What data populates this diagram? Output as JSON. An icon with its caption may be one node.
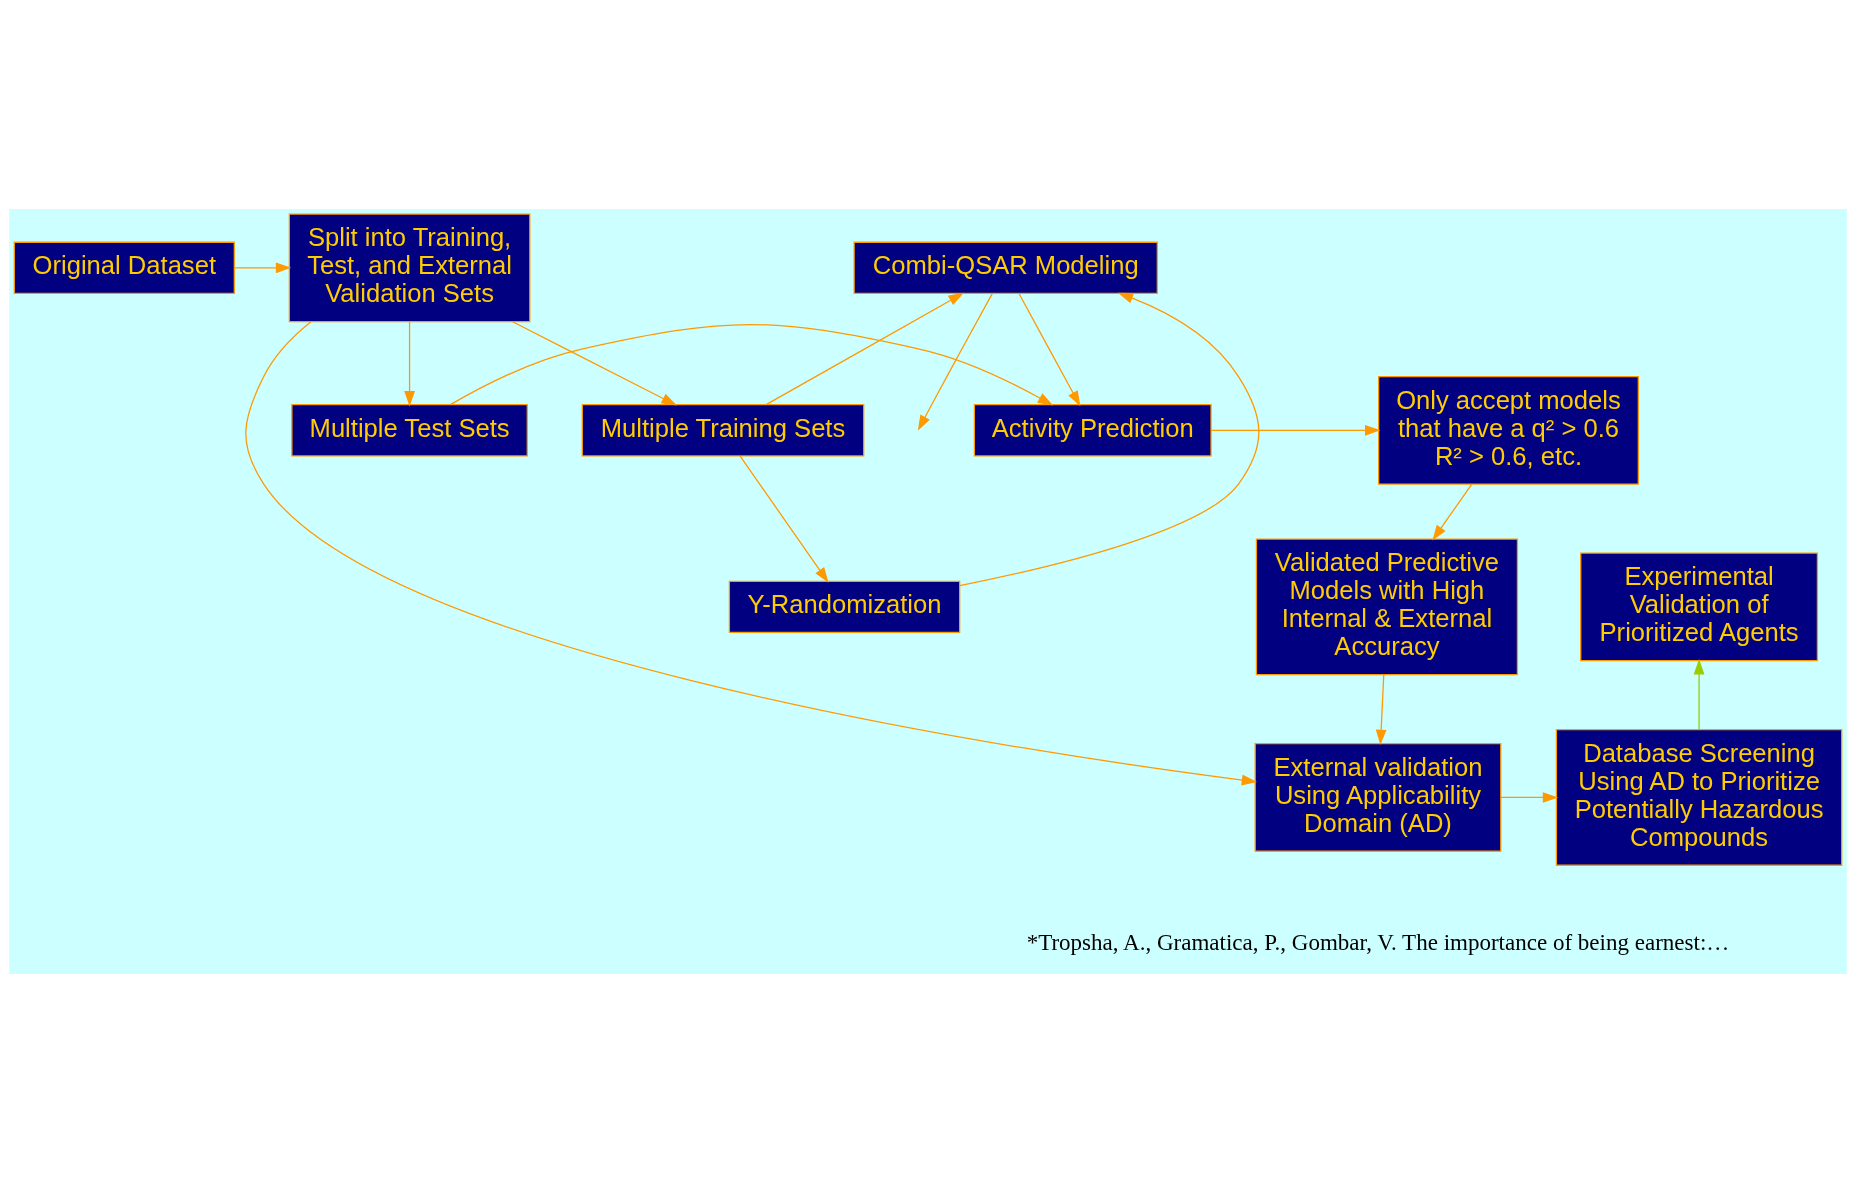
{
  "diagram": {
    "nodes": [
      {
        "text": [
          "Original Dataset"
        ]
      },
      {
        "text": [
          "Split into Training, Test, and External Validation Sets"
        ]
      },
      {
        "text": [
          "Multiple Training Sets"
        ]
      },
      {
        "text": [
          "Y-Randomization"
        ]
      },
      {
        "text": [
          "Combi-QSAR Modeling"
        ]
      },
      {
        "text": [
          "Multiple Test Sets"
        ]
      },
      {
        "text": [
          "Activity Prediction"
        ]
      },
      {
        "text": [
          "Only accept models that have a q² > 0.6 R² > 0.6, etc."
        ]
      },
      {
        "text": [
          "Validated Predictive Models with High Internal & External Accuracy"
        ]
      },
      {
        "text": [
          "External validation Using Applicability Domain (AD)"
        ]
      },
      {
        "text": [
          "Database Screening Using AD to Prioritize Potentially Hazardous Compounds"
        ]
      },
      {
        "text": [
          "Experimental Validation of Prioritized Agents"
        ]
      }
    ],
    "edges": [
      {
        "from": 0,
        "to": 1,
        "arrow": "to"
      },
      {
        "from": 1,
        "to": 2,
        "arrow": "to"
      },
      {
        "from": 2,
        "to": 3,
        "arrow": "to"
      },
      {
        "from": 2,
        "to": 4,
        "arrow": "to"
      },
      {
        "from": 3,
        "to": 4,
        "arrow": "to"
      },
      {
        "from": 4,
        "to": null,
        "arrow": "to"
      },
      {
        "from": 1,
        "to": 5,
        "arrow": "to"
      },
      {
        "from": 4,
        "to": 6,
        "arrow": "to"
      },
      {
        "from": 5,
        "to": 6,
        "arrow": "to"
      },
      {
        "from": 6,
        "to": 7,
        "arrow": "to"
      },
      {
        "from": 7,
        "to": 8,
        "arrow": "to"
      },
      {
        "from": 1,
        "to": 9,
        "arrow": "to"
      },
      {
        "from": 8,
        "to": 9,
        "arrow": "to"
      },
      {
        "from": 9,
        "to": 10,
        "arrow": "to"
      },
      {
        "from": 10,
        "to": 11,
        "arrow": "to",
        "color": "#99cc00"
      }
    ],
    "labels": [
      "*Tropsha, A., Gramatica, P., Gombar, V. The importance of being earnest:…"
    ]
  }
}
